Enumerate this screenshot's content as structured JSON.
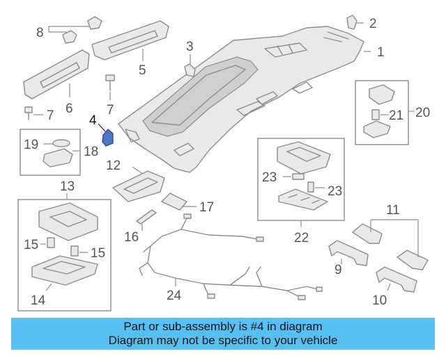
{
  "callouts": {
    "c1": "1",
    "c2": "2",
    "c3": "3",
    "c4": "4",
    "c5": "5",
    "c6": "6",
    "c7a": "7",
    "c7b": "7",
    "c8": "8",
    "c9": "9",
    "c10": "10",
    "c11": "11",
    "c12": "12",
    "c13": "13",
    "c14": "14",
    "c15a": "15",
    "c15b": "15",
    "c16": "16",
    "c17": "17",
    "c18": "18",
    "c19": "19",
    "c20": "20",
    "c21": "21",
    "c22": "22",
    "c23a": "23",
    "c23b": "23",
    "c24": "24"
  },
  "highlight_part": "4",
  "colors": {
    "banner": "#57c0f3",
    "highlight": "#4b78c8",
    "line": "#8c8c8c"
  },
  "banner": {
    "line1": "Part or sub-assembly is #4 in diagram",
    "line2": "Diagram may not be specific to your vehicle"
  }
}
